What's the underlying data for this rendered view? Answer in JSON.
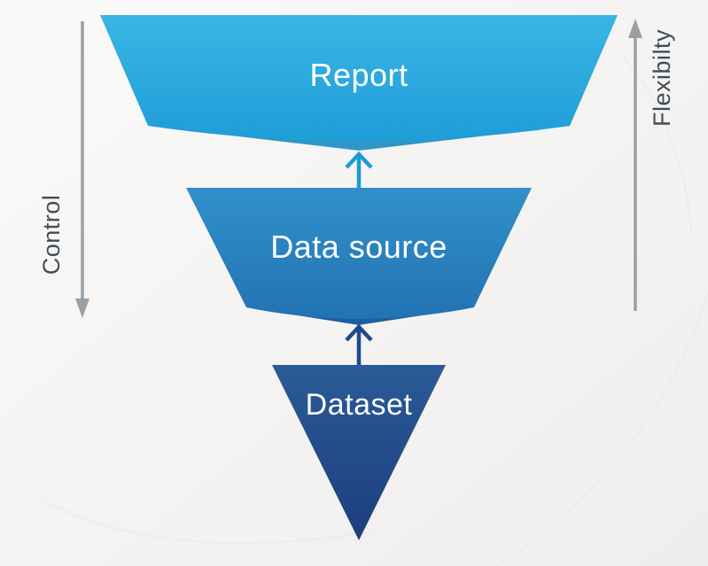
{
  "diagram": {
    "type": "inverted-funnel",
    "background_color": "#f4f3f1",
    "layers": [
      {
        "label": "Report",
        "color_top": "#3ab5e5",
        "color_bottom": "#1f9dd7",
        "fold_color": "#2e97c8",
        "text_color": "#ffffff"
      },
      {
        "label": "Data source",
        "color_top": "#3190c9",
        "color_bottom": "#2273b3",
        "fold_color": "#1d5f9e",
        "text_color": "#ffffff"
      },
      {
        "label": "Dataset",
        "color_top": "#2b5b97",
        "color_bottom": "#1c3e7c",
        "text_color": "#ffffff"
      }
    ],
    "arrows": [
      {
        "name": "datasource-to-report",
        "direction": "up",
        "color": "#1d9bd5"
      },
      {
        "name": "dataset-to-datasource",
        "direction": "up",
        "color": "#1d4a8c"
      }
    ],
    "axes": {
      "left": {
        "label": "Control",
        "direction": "down",
        "arrow_color": "#9aa0a6",
        "text_color": "#414d57"
      },
      "right": {
        "label": "Flexibilty",
        "direction": "up",
        "arrow_color": "#9aa0a6",
        "text_color": "#414d57"
      }
    }
  }
}
